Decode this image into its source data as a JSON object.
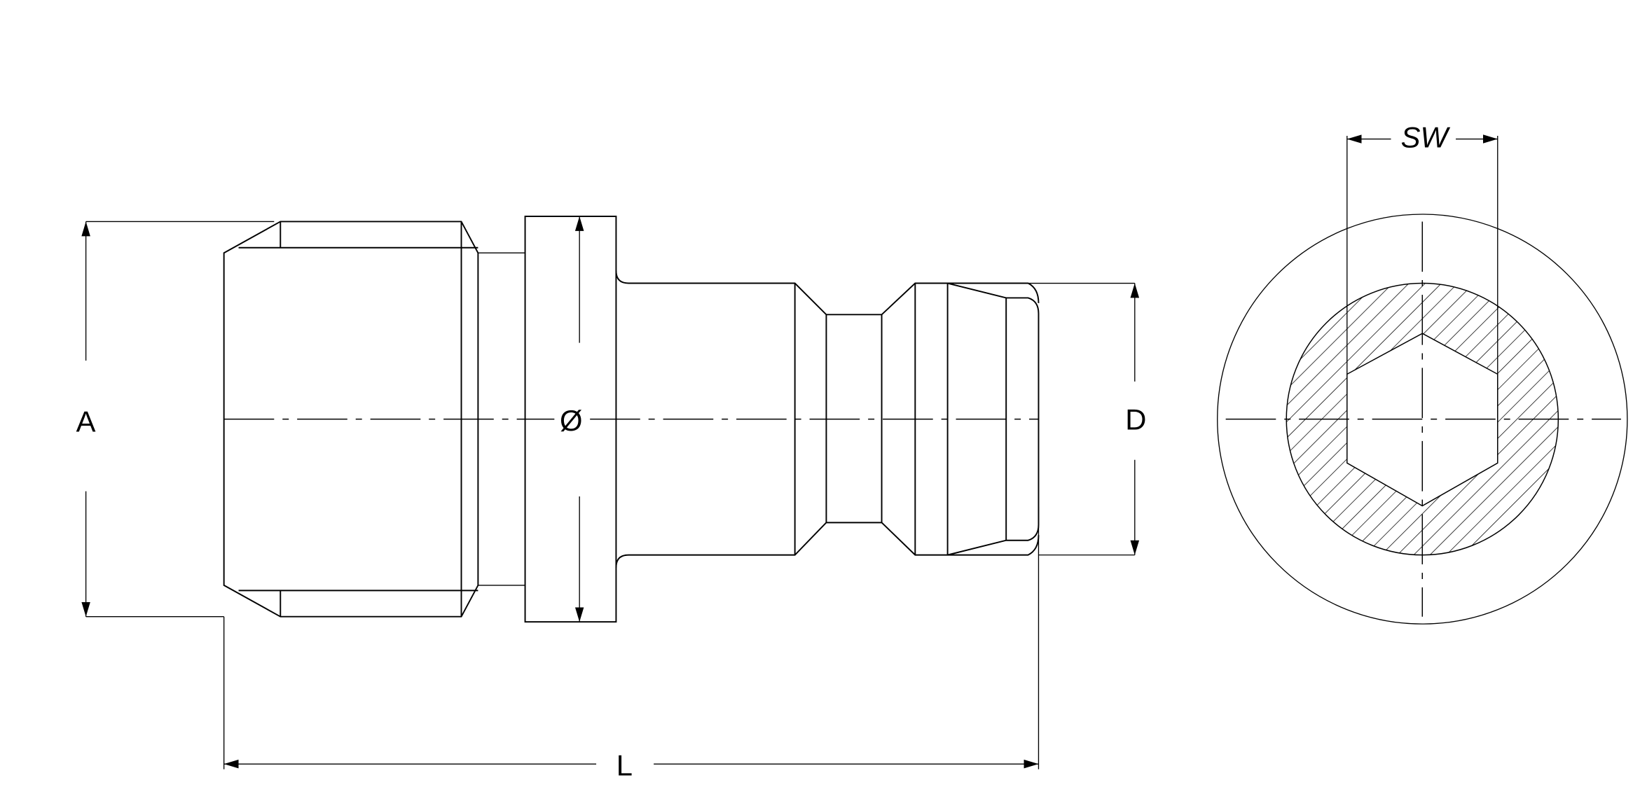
{
  "drawing": {
    "side_view": {
      "dimension_labels": {
        "A": "A",
        "diameter": "Ø",
        "D": "D",
        "L": "L"
      }
    },
    "end_view": {
      "dimension_labels": {
        "SW": "SW"
      }
    }
  },
  "colors": {
    "line": "#000000",
    "background": "#ffffff"
  }
}
